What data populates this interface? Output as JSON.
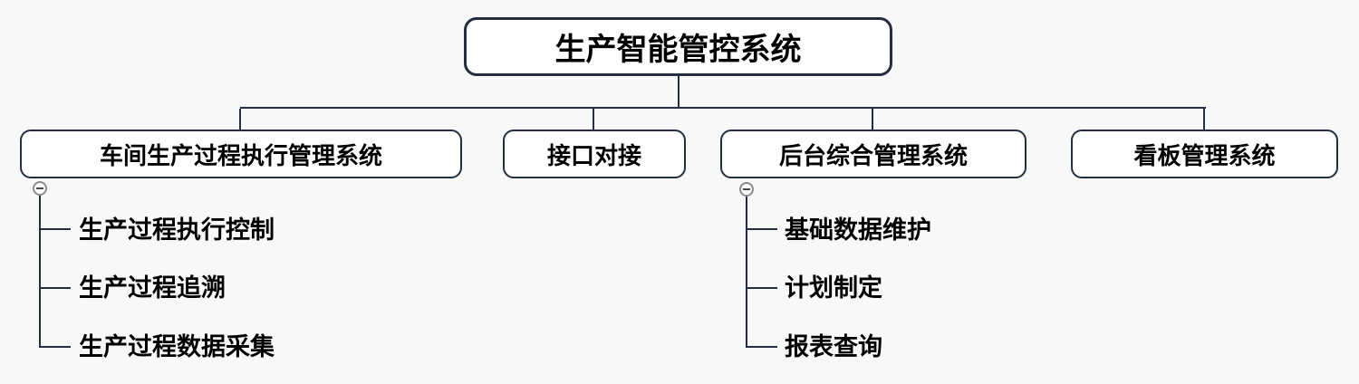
{
  "colors": {
    "background": "#f8f8f8",
    "node_fill": "#fdfdfd",
    "line": "#252e3e",
    "text": "#000000",
    "collapse_circle_border": "#8d8d8d",
    "collapse_minus": "#4a4a4a"
  },
  "icons": {
    "collapse": "minus-circle"
  },
  "tree": {
    "root": {
      "label": "生产智能管控系统"
    },
    "children": [
      {
        "label": "车间生产过程执行管理系统",
        "collapse_state": "expanded",
        "children": [
          "生产过程执行控制",
          "生产过程追溯",
          "生产过程数据采集"
        ]
      },
      {
        "label": "接口对接",
        "children": []
      },
      {
        "label": "后台综合管理系统",
        "collapse_state": "expanded",
        "children": [
          "基础数据维护",
          "计划制定",
          "报表查询"
        ]
      },
      {
        "label": "看板管理系统",
        "children": []
      }
    ]
  }
}
